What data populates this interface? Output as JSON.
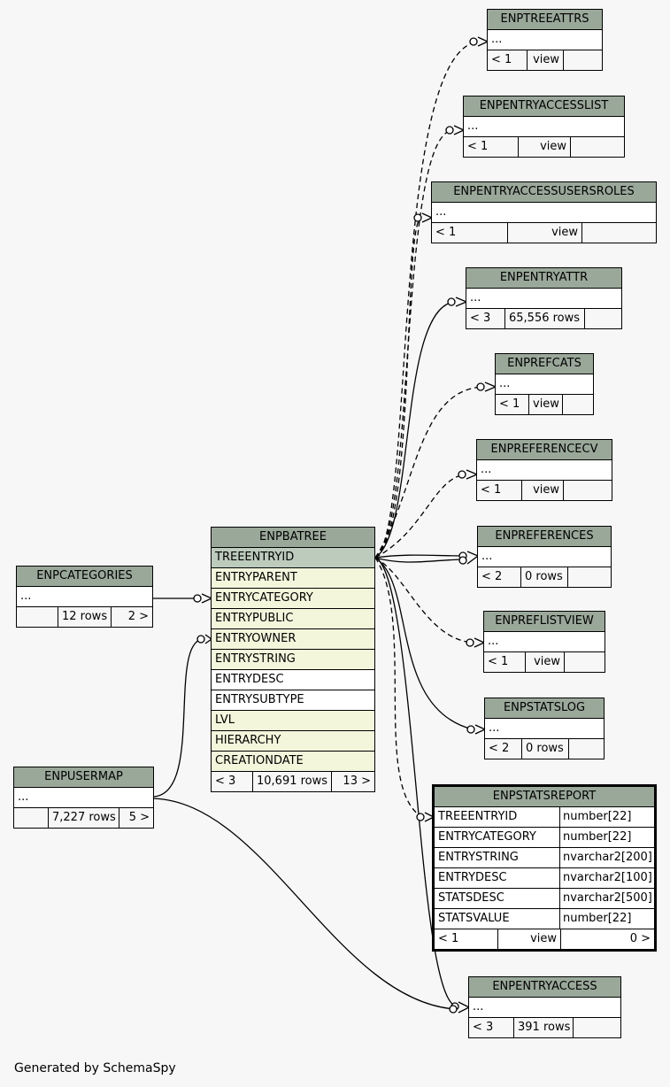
{
  "tables": {
    "enptreeattrs": {
      "name": "ENPTREEATTRS",
      "row": "...",
      "foot": [
        "< 1",
        "view",
        ""
      ]
    },
    "enpentryaccesslist": {
      "name": "ENPENTRYACCESSLIST",
      "row": "...",
      "foot": [
        "< 1",
        "view",
        ""
      ]
    },
    "enpentryaccessusersroles": {
      "name": "ENPENTRYACCESSUSERSROLES",
      "row": "...",
      "foot": [
        "< 1",
        "view",
        ""
      ]
    },
    "enpentryattr": {
      "name": "ENPENTRYATTR",
      "row": "...",
      "foot": [
        "< 3",
        "65,556 rows",
        ""
      ]
    },
    "enprefcats": {
      "name": "ENPREFCATS",
      "row": "...",
      "foot": [
        "< 1",
        "view",
        ""
      ]
    },
    "enpreferencecv": {
      "name": "ENPREFERENCECV",
      "row": "...",
      "foot": [
        "< 1",
        "view",
        ""
      ]
    },
    "enpreferences": {
      "name": "ENPREFERENCES",
      "row": "...",
      "foot": [
        "< 2",
        "0 rows",
        ""
      ]
    },
    "enpreflistview": {
      "name": "ENPREFLISTVIEW",
      "row": "...",
      "foot": [
        "< 1",
        "view",
        ""
      ]
    },
    "enpstatslog": {
      "name": "ENPSTATSLOG",
      "row": "...",
      "foot": [
        "< 2",
        "0 rows",
        ""
      ]
    },
    "enpcategories": {
      "name": "ENPCATEGORIES",
      "row": "...",
      "foot": [
        "",
        "12 rows",
        "2 >"
      ]
    },
    "enpusermap": {
      "name": "ENPUSERMAP",
      "row": "...",
      "foot": [
        "",
        "7,227 rows",
        "5 >"
      ]
    },
    "enpentryaccess": {
      "name": "ENPENTRYACCESS",
      "row": "...",
      "foot": [
        "< 3",
        "391 rows",
        ""
      ]
    },
    "enpbatree": {
      "name": "ENPBATREE",
      "columns": [
        "TREEENTRYID",
        "ENTRYPARENT",
        "ENTRYCATEGORY",
        "ENTRYPUBLIC",
        "ENTRYOWNER",
        "ENTRYSTRING",
        "ENTRYDESC",
        "ENTRYSUBTYPE",
        "LVL",
        "HIERARCHY",
        "CREATIONDATE"
      ],
      "foot": [
        "< 3",
        "10,691 rows",
        "13 >"
      ]
    },
    "enpstatsreport": {
      "name": "ENPSTATSREPORT",
      "columns": [
        {
          "name": "TREEENTRYID",
          "type": "number[22]"
        },
        {
          "name": "ENTRYCATEGORY",
          "type": "number[22]"
        },
        {
          "name": "ENTRYSTRING",
          "type": "nvarchar2[200]"
        },
        {
          "name": "ENTRYDESC",
          "type": "nvarchar2[100]"
        },
        {
          "name": "STATSDESC",
          "type": "nvarchar2[500]"
        },
        {
          "name": "STATSVALUE",
          "type": "number[22]"
        }
      ],
      "foot": [
        "< 1",
        "view",
        "0 >"
      ]
    }
  },
  "footer": "Generated by SchemaSpy"
}
